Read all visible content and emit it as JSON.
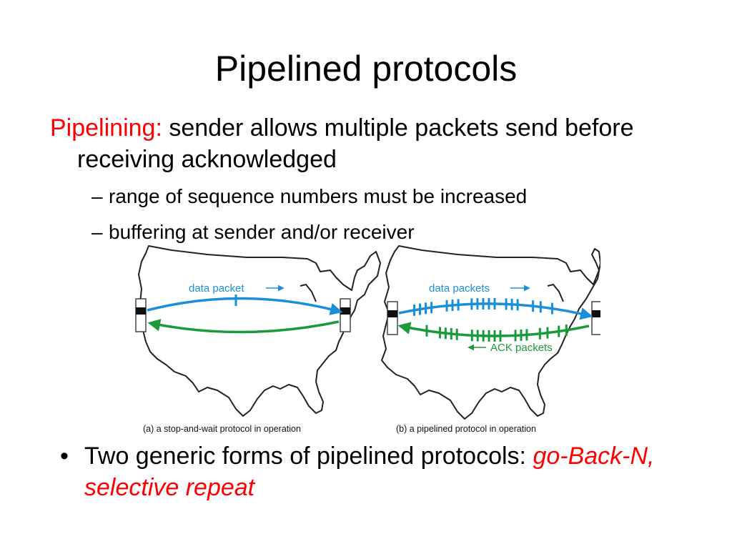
{
  "slide": {
    "title": "Pipelined protocols",
    "intro_term": "Pipelining:",
    "intro_text": "sender allows multiple packets send before receiving acknowledged",
    "sub_bullets": [
      "range of sequence numbers must be increased",
      "buffering at sender and/or receiver"
    ],
    "bullet_text": "Two generic forms of pipelined protocols:",
    "bullet_highlight": "go-Back-N, selective repeat"
  },
  "diagram": {
    "left_label": "data packet",
    "right_data_label": "data packets",
    "right_ack_label": "ACK packets",
    "caption_a": "(a) a stop-and-wait protocol in operation",
    "caption_b": "(b) a pipelined protocol in operation",
    "colors": {
      "data": "#1a8fd8",
      "ack": "#1a9a3a",
      "map": "#222222"
    }
  }
}
